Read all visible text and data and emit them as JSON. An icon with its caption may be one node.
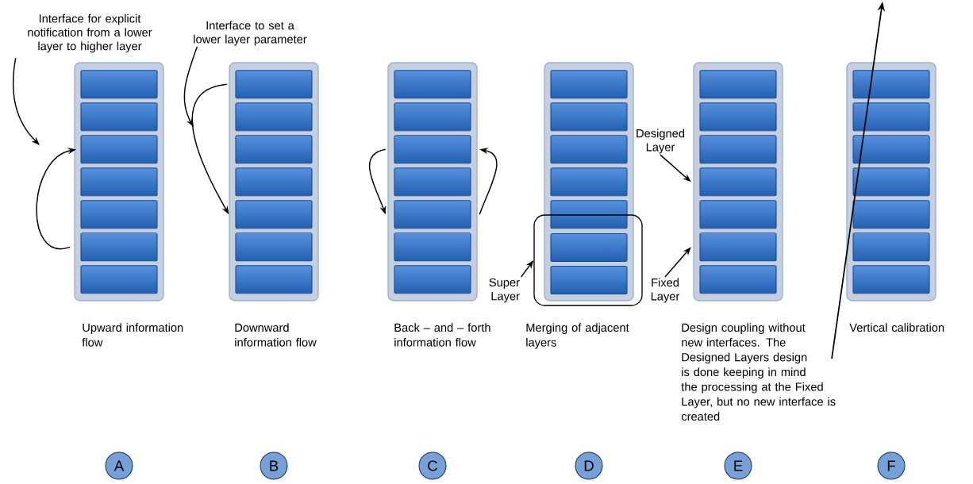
{
  "diagram": {
    "nodes": [
      {
        "text": [],
        "shape": "box"
      },
      {
        "text": [],
        "shape": "box",
        "in": 0
      },
      {
        "text": [],
        "shape": "box",
        "in": 0
      },
      {
        "text": [],
        "shape": "box",
        "in": 0
      },
      {
        "text": [],
        "shape": "box",
        "in": 0
      },
      {
        "text": [],
        "shape": "box",
        "in": 0
      },
      {
        "text": [],
        "shape": "box",
        "in": 0
      },
      {
        "text": [],
        "shape": "box",
        "in": 0
      },
      {
        "text": [
          "Interface for explicit notification from a lower layer to higher layer"
        ]
      },
      {
        "text": [],
        "shape": "box"
      },
      {
        "text": [],
        "shape": "box",
        "in": 9
      },
      {
        "text": [],
        "shape": "box",
        "in": 9
      },
      {
        "text": [],
        "shape": "box",
        "in": 9
      },
      {
        "text": [],
        "shape": "box",
        "in": 9
      },
      {
        "text": [],
        "shape": "box",
        "in": 9
      },
      {
        "text": [],
        "shape": "box",
        "in": 9
      },
      {
        "text": [],
        "shape": "box",
        "in": 9
      },
      {
        "text": [
          "Interface to set a lower layer parameter"
        ]
      },
      {
        "text": [],
        "shape": "box"
      },
      {
        "text": [],
        "shape": "box",
        "in": 18
      },
      {
        "text": [],
        "shape": "box",
        "in": 18
      },
      {
        "text": [],
        "shape": "box",
        "in": 18
      },
      {
        "text": [],
        "shape": "box",
        "in": 18
      },
      {
        "text": [],
        "shape": "box",
        "in": 18
      },
      {
        "text": [],
        "shape": "box",
        "in": 18
      },
      {
        "text": [],
        "shape": "box",
        "in": 18
      },
      {
        "text": [],
        "shape": "box"
      },
      {
        "text": [],
        "shape": "box",
        "in": 26
      },
      {
        "text": [],
        "shape": "box",
        "in": 26
      },
      {
        "text": [],
        "shape": "box",
        "in": 26
      },
      {
        "text": [],
        "shape": "box",
        "in": 26
      },
      {
        "text": [],
        "shape": "box",
        "in": 26
      },
      {
        "text": [],
        "shape": "box"
      },
      {
        "text": [],
        "shape": "box"
      },
      {
        "text": [],
        "shape": "box"
      },
      {
        "text": [
          "Super Layer"
        ]
      },
      {
        "text": [],
        "shape": "box"
      },
      {
        "text": [],
        "shape": "box",
        "in": 36
      },
      {
        "text": [],
        "shape": "box",
        "in": 36
      },
      {
        "text": [],
        "shape": "box",
        "in": 36
      },
      {
        "text": [],
        "shape": "box",
        "in": 36
      },
      {
        "text": [],
        "shape": "box",
        "in": 36
      },
      {
        "text": [],
        "shape": "box",
        "in": 36
      },
      {
        "text": [],
        "shape": "box",
        "in": 36
      },
      {
        "text": [
          "Designed Layer"
        ]
      },
      {
        "text": [
          "Fixed Layer"
        ]
      },
      {
        "text": [],
        "shape": "box"
      },
      {
        "text": [],
        "shape": "box",
        "in": 46
      },
      {
        "text": [],
        "shape": "box",
        "in": 46
      },
      {
        "text": [],
        "shape": "box",
        "in": 46
      },
      {
        "text": [],
        "shape": "box",
        "in": 46
      },
      {
        "text": [],
        "shape": "box",
        "in": 46
      },
      {
        "text": [],
        "shape": "box",
        "in": 46
      },
      {
        "text": [],
        "shape": "box",
        "in": 46
      },
      {
        "text": [
          "A"
        ]
      },
      {
        "text": [
          "B"
        ]
      },
      {
        "text": [
          "C"
        ]
      },
      {
        "text": [
          "D"
        ]
      },
      {
        "text": [
          "E"
        ]
      },
      {
        "text": [
          "F"
        ]
      }
    ],
    "edges": [
      {
        "from": 6,
        "to": 3,
        "arrow": "to"
      },
      {
        "from": 8,
        "to": null,
        "arrow": "to"
      },
      {
        "from": 10,
        "to": 14,
        "arrow": "to"
      },
      {
        "from": 17,
        "to": null,
        "arrow": "to"
      },
      {
        "from": 21,
        "to": 23,
        "arrow": "to"
      },
      {
        "from": 23,
        "to": 21,
        "arrow": "to"
      },
      {
        "from": 35,
        "to": 34,
        "arrow": "to"
      },
      {
        "from": 44,
        "to": 40,
        "arrow": "to"
      },
      {
        "from": 45,
        "to": 42,
        "arrow": "to"
      }
    ],
    "labels": [
      "Upward information flow",
      "Downward information flow",
      "Back – and – forth information flow",
      "Merging of adjacent layers",
      "Design coupling without new interfaces. The Designed Layers design is done keeping in mind the processing at the Fixed Layer, but no new interface is created",
      "Vertical calibration"
    ]
  }
}
